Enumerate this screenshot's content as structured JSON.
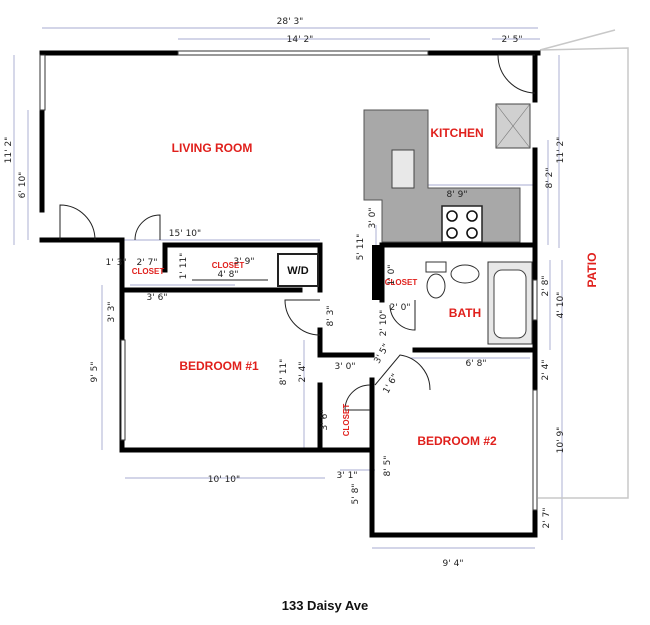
{
  "rooms": {
    "living_room": "LIVING ROOM",
    "kitchen": "KITCHEN",
    "bedroom1": "BEDROOM #1",
    "bedroom2": "BEDROOM #2",
    "bath": "BATH",
    "patio": "PATIO",
    "closet_a": "CLOSET",
    "closet_b": "CLOSET",
    "closet_bath": "CLOSET",
    "closet_bed2": "CLOSET",
    "wd": "W/D"
  },
  "dimensions": {
    "overall_width": "28' 3\"",
    "living_width": "14' 2\"",
    "door_width": "2' 5\"",
    "left_height": "11' 2\"",
    "window_height": "6' 10\"",
    "right_height": "11' 2\"",
    "kitchen_right": "8' 2\"",
    "kitchen_width": "8' 9\"",
    "kitchen_depth": "3' 0\"",
    "hall_height": "5' 11\"",
    "hall_width": "15' 10\"",
    "small_1_3": "1' 3\"",
    "small_2_7": "2' 7\"",
    "small_1_11": "1' 11\"",
    "small_3_9": "3' 9\"",
    "small_4_8": "4' 8\"",
    "bed1_closet_w": "3' 6\"",
    "bed1_closet_h": "3' 3\"",
    "bed1_left": "9' 5\"",
    "bed1_8_3": "8' 3\"",
    "bed1_8_11": "8' 11\"",
    "bed1_2_4": "2' 4\"",
    "bed1_3_0": "3' 0\"",
    "bed1_bottom": "10' 10\"",
    "closet_3_6": "3' 6\"",
    "closet_3_1": "3' 1\"",
    "closet_5_8": "5' 8\"",
    "bath_1_0": "1' 0\"",
    "bath_2_0": "2' 0\"",
    "bath_2_10": "2' 10\"",
    "bath_3_5": "3' 5\"",
    "bath_2_8": "2' 8\"",
    "bath_4_10": "4' 10\"",
    "bed2_6_8": "6' 8\"",
    "bed2_2_4": "2' 4\"",
    "bed2_1_6": "1' 6\"",
    "bed2_8_5": "8' 5\"",
    "bed2_right": "10' 9\"",
    "bed2_2_7": "2' 7\"",
    "bed2_bottom": "9' 4\""
  },
  "caption": "133 Daisy Ave",
  "colors": {
    "wall": "#000000",
    "label": "#e0201c",
    "counter": "#a8a8a8",
    "dimline": "#8a8fc0",
    "patio": "#c8c8c8"
  }
}
